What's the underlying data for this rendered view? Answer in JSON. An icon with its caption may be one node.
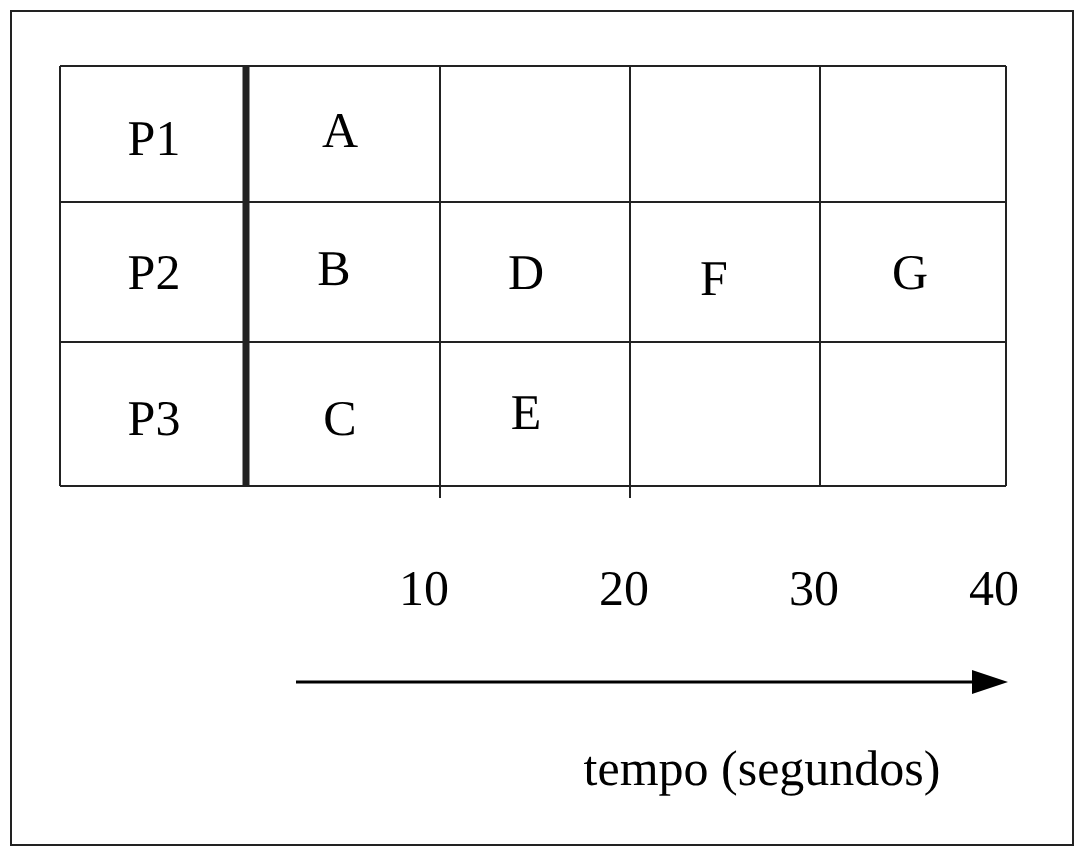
{
  "diagram": {
    "labels": [
      "P1",
      "A",
      "P2",
      "B",
      "D",
      "F",
      "G",
      "P3",
      "C",
      "E",
      "10",
      "20",
      "30",
      "40",
      "tempo (segundos)"
    ]
  }
}
